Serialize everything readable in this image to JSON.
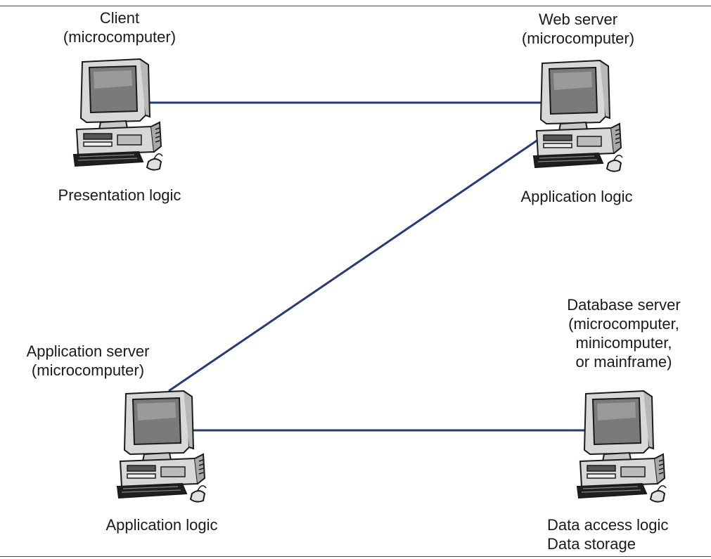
{
  "nodes": {
    "client": {
      "title_lines": [
        "Client",
        "(microcomputer)"
      ],
      "role_lines": [
        "Presentation logic"
      ],
      "icon": "desktop-computer-icon"
    },
    "web_server": {
      "title_lines": [
        "Web server",
        "(microcomputer)"
      ],
      "role_lines": [
        "Application logic"
      ],
      "icon": "desktop-computer-icon"
    },
    "app_server": {
      "title_lines": [
        "Application server",
        "(microcomputer)"
      ],
      "role_lines": [
        "Application logic"
      ],
      "icon": "desktop-computer-icon"
    },
    "db_server": {
      "title_lines": [
        "Database server",
        "(microcomputer,",
        "minicomputer,",
        "or mainframe)"
      ],
      "role_lines": [
        "Data access logic",
        "Data storage"
      ],
      "icon": "desktop-computer-icon"
    }
  },
  "connections": [
    {
      "from": "client",
      "to": "web_server"
    },
    {
      "from": "web_server",
      "to": "app_server"
    },
    {
      "from": "app_server",
      "to": "db_server"
    }
  ],
  "colors": {
    "link": "#283a78",
    "computer_body": "#d8d8d8",
    "screen": "#7a7a7a",
    "outline": "#1a1a1a"
  }
}
